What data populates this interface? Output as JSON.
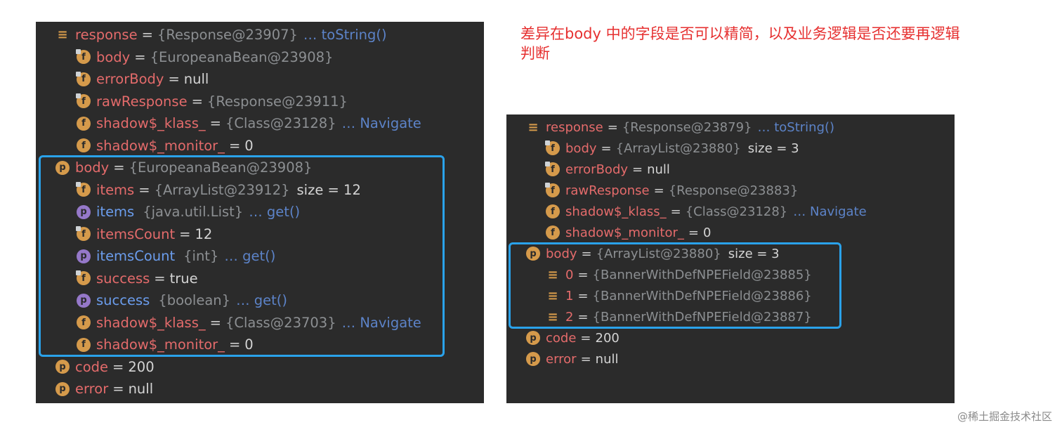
{
  "annotation": "差异在body 中的字段是否可以精简，以及业务逻辑是否还要再逻辑判断",
  "watermark": "@稀土掘金技术社区",
  "icon_letters": {
    "field": "f",
    "property": "p",
    "list": "≡"
  },
  "left_panel": {
    "rows": [
      {
        "arrow": "∨",
        "icon": "list",
        "name": "response",
        "name_color": "red",
        "eq": "=",
        "ref": "{Response@23907}",
        "link": "… toString()"
      },
      {
        "arrow": "›",
        "icon": "field-pinned",
        "name": "body",
        "eq": "=",
        "ref": "{EuropeanaBean@23908}"
      },
      {
        "arrow": "",
        "icon": "field-pinned",
        "name": "errorBody",
        "eq": "=",
        "val": "null"
      },
      {
        "arrow": "›",
        "icon": "field-pinned",
        "name": "rawResponse",
        "eq": "=",
        "ref": "{Response@23911}"
      },
      {
        "arrow": "›",
        "icon": "field",
        "name": "shadow$_klass_",
        "eq": "=",
        "ref": "{Class@23128}",
        "link": "… Navigate"
      },
      {
        "arrow": "",
        "icon": "field",
        "name": "shadow$_monitor_",
        "eq": "=",
        "val": "0"
      },
      {
        "arrow": "∨",
        "icon": "prop-orange",
        "name": "body",
        "eq": "=",
        "ref": "{EuropeanaBean@23908}"
      },
      {
        "arrow": "›",
        "icon": "field-pinned",
        "name": "items",
        "eq": "=",
        "ref": "{ArrayList@23912}",
        "size": "size = 12"
      },
      {
        "arrow": "",
        "icon": "prop-purple",
        "name": "items",
        "blue": true,
        "ref": "{java.util.List}",
        "link": "… get()"
      },
      {
        "arrow": "",
        "icon": "field-pinned",
        "name": "itemsCount",
        "eq": "=",
        "val": "12"
      },
      {
        "arrow": "",
        "icon": "prop-purple",
        "name": "itemsCount",
        "blue": true,
        "ref": "{int}",
        "link": "… get()"
      },
      {
        "arrow": "",
        "icon": "field-pinned",
        "name": "success",
        "eq": "=",
        "val": "true"
      },
      {
        "arrow": "",
        "icon": "prop-purple",
        "name": "success",
        "blue": true,
        "ref": "{boolean}",
        "link": "… get()"
      },
      {
        "arrow": "›",
        "icon": "field",
        "name": "shadow$_klass_",
        "eq": "=",
        "ref": "{Class@23703}",
        "link": "… Navigate"
      },
      {
        "arrow": "",
        "icon": "field",
        "name": "shadow$_monitor_",
        "eq": "=",
        "val": "0"
      },
      {
        "arrow": "",
        "icon": "prop-orange",
        "name": "code",
        "eq": "=",
        "val": "200"
      },
      {
        "arrow": "",
        "icon": "prop-orange",
        "name": "error",
        "eq": "=",
        "val": "null"
      }
    ]
  },
  "right_panel": {
    "rows": [
      {
        "arrow": "∨",
        "icon": "list",
        "name": "response",
        "eq": "=",
        "ref": "{Response@23879}",
        "link": "… toString()"
      },
      {
        "arrow": "›",
        "icon": "field-pinned",
        "name": "body",
        "eq": "=",
        "ref": "{ArrayList@23880}",
        "size": "size = 3"
      },
      {
        "arrow": "",
        "icon": "field-pinned",
        "name": "errorBody",
        "eq": "=",
        "val": "null"
      },
      {
        "arrow": "›",
        "icon": "field-pinned",
        "name": "rawResponse",
        "eq": "=",
        "ref": "{Response@23883}"
      },
      {
        "arrow": "›",
        "icon": "field",
        "name": "shadow$_klass_",
        "eq": "=",
        "ref": "{Class@23128}",
        "link": "… Navigate"
      },
      {
        "arrow": "",
        "icon": "field",
        "name": "shadow$_monitor_",
        "eq": "=",
        "val": "0"
      },
      {
        "arrow": "∨",
        "icon": "prop-orange",
        "name": "body",
        "eq": "=",
        "ref": "{ArrayList@23880}",
        "size": "size = 3"
      },
      {
        "arrow": "›",
        "icon": "list",
        "name": "0",
        "eq": "=",
        "ref": "{BannerWithDefNPEField@23885}"
      },
      {
        "arrow": "›",
        "icon": "list",
        "name": "1",
        "eq": "=",
        "ref": "{BannerWithDefNPEField@23886}"
      },
      {
        "arrow": "›",
        "icon": "list",
        "name": "2",
        "eq": "=",
        "ref": "{BannerWithDefNPEField@23887}"
      },
      {
        "arrow": "",
        "icon": "prop-orange",
        "name": "code",
        "eq": "=",
        "val": "200"
      },
      {
        "arrow": "",
        "icon": "prop-orange",
        "name": "error",
        "eq": "=",
        "val": "null"
      }
    ]
  }
}
